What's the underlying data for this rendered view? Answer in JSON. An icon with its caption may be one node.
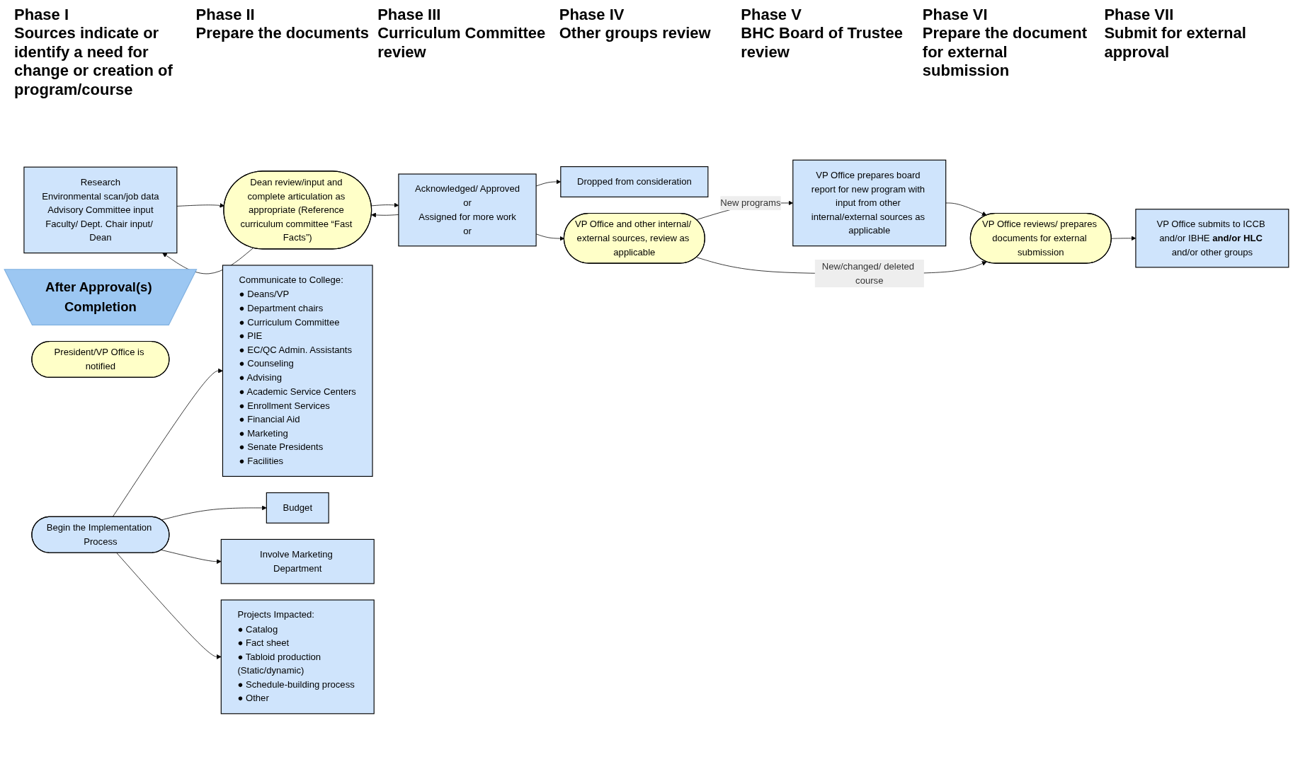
{
  "diagram": {
    "nodes": [
      {
        "text": [
          "Research",
          "Environmental scan/job data",
          "Advisory Committee input",
          "Faculty/ Dept. Chair input/ Dean"
        ]
      },
      {
        "text": [
          "Dean review/input and complete articulation as appropriate (Reference curriculum committee “Fast Facts”)"
        ]
      },
      {
        "text": [
          "Acknowledged/ Approved",
          "or",
          "Assigned for more work",
          "or"
        ]
      },
      {
        "text": [
          "Dropped from consideration"
        ]
      },
      {
        "text": [
          "VP Office and other internal/ external sources, review as applicable"
        ]
      },
      {
        "text": [
          "VP Office prepares board report for new program with input from other internal/external sources as applicable"
        ]
      },
      {
        "text": [
          "VP Office reviews/ prepares documents for external submission"
        ]
      },
      {
        "text": [
          "VP Office submits to ICCB and/or IBHE **and/or HLC** and/or other groups"
        ]
      },
      {
        "text": [
          "After Approval(s) Completion"
        ]
      },
      {
        "text": [
          "President/VP Office is notified"
        ]
      },
      {
        "text": [
          "Begin the Implementation Process"
        ]
      },
      {
        "text": [
          "Communicate to College:",
          "● Deans/VP",
          "● Department chairs",
          "● Curriculum Committee",
          "● PIE",
          "● EC/QC Admin. Assistants",
          "● Counseling",
          "● Advising",
          "● Academic Service Centers",
          "● Enrollment Services",
          "● Financial Aid",
          "● Marketing",
          "● Senate Presidents",
          "● Facilities"
        ]
      },
      {
        "text": [
          "Budget"
        ]
      },
      {
        "text": [
          "Involve Marketing Department"
        ]
      },
      {
        "text": [
          "Projects Impacted:",
          "● Catalog",
          "● Fact sheet",
          "● Tabloid production  (Static/dynamic)",
          "● Schedule-building process",
          "● Other"
        ]
      }
    ],
    "edges": [
      {
        "from": 0,
        "to": 1,
        "arrow": "to"
      },
      {
        "from": 1,
        "to": 0,
        "arrow": "to"
      },
      {
        "from": 1,
        "to": 2,
        "arrow": "to"
      },
      {
        "from": 2,
        "to": 1,
        "arrow": "to"
      },
      {
        "from": 2,
        "to": 3,
        "arrow": "to"
      },
      {
        "from": 2,
        "to": 4,
        "arrow": "to"
      },
      {
        "from": 4,
        "to": 5,
        "arrow": "to",
        "label": "New programs"
      },
      {
        "from": 5,
        "to": 6,
        "arrow": "to"
      },
      {
        "from": 4,
        "to": 6,
        "arrow": "to",
        "label": "New/changed/ deleted course"
      },
      {
        "from": 6,
        "to": 7,
        "arrow": "to"
      },
      {
        "from": 10,
        "to": 11,
        "arrow": "to"
      },
      {
        "from": 10,
        "to": 12,
        "arrow": "to"
      },
      {
        "from": 10,
        "to": 13,
        "arrow": "to"
      },
      {
        "from": 10,
        "to": 14,
        "arrow": "to"
      }
    ],
    "labels": [
      "Phase I",
      "Sources indicate or identify a need for change or creation of program/course",
      "Phase II",
      "Prepare the documents",
      "Phase III",
      "Curriculum Committee review",
      "Phase IV",
      "Other groups review",
      "Phase V",
      "BHC Board of Trustee review",
      "Phase VI",
      "Prepare the document for external submission",
      "Phase VII",
      "Submit for external approval"
    ]
  }
}
